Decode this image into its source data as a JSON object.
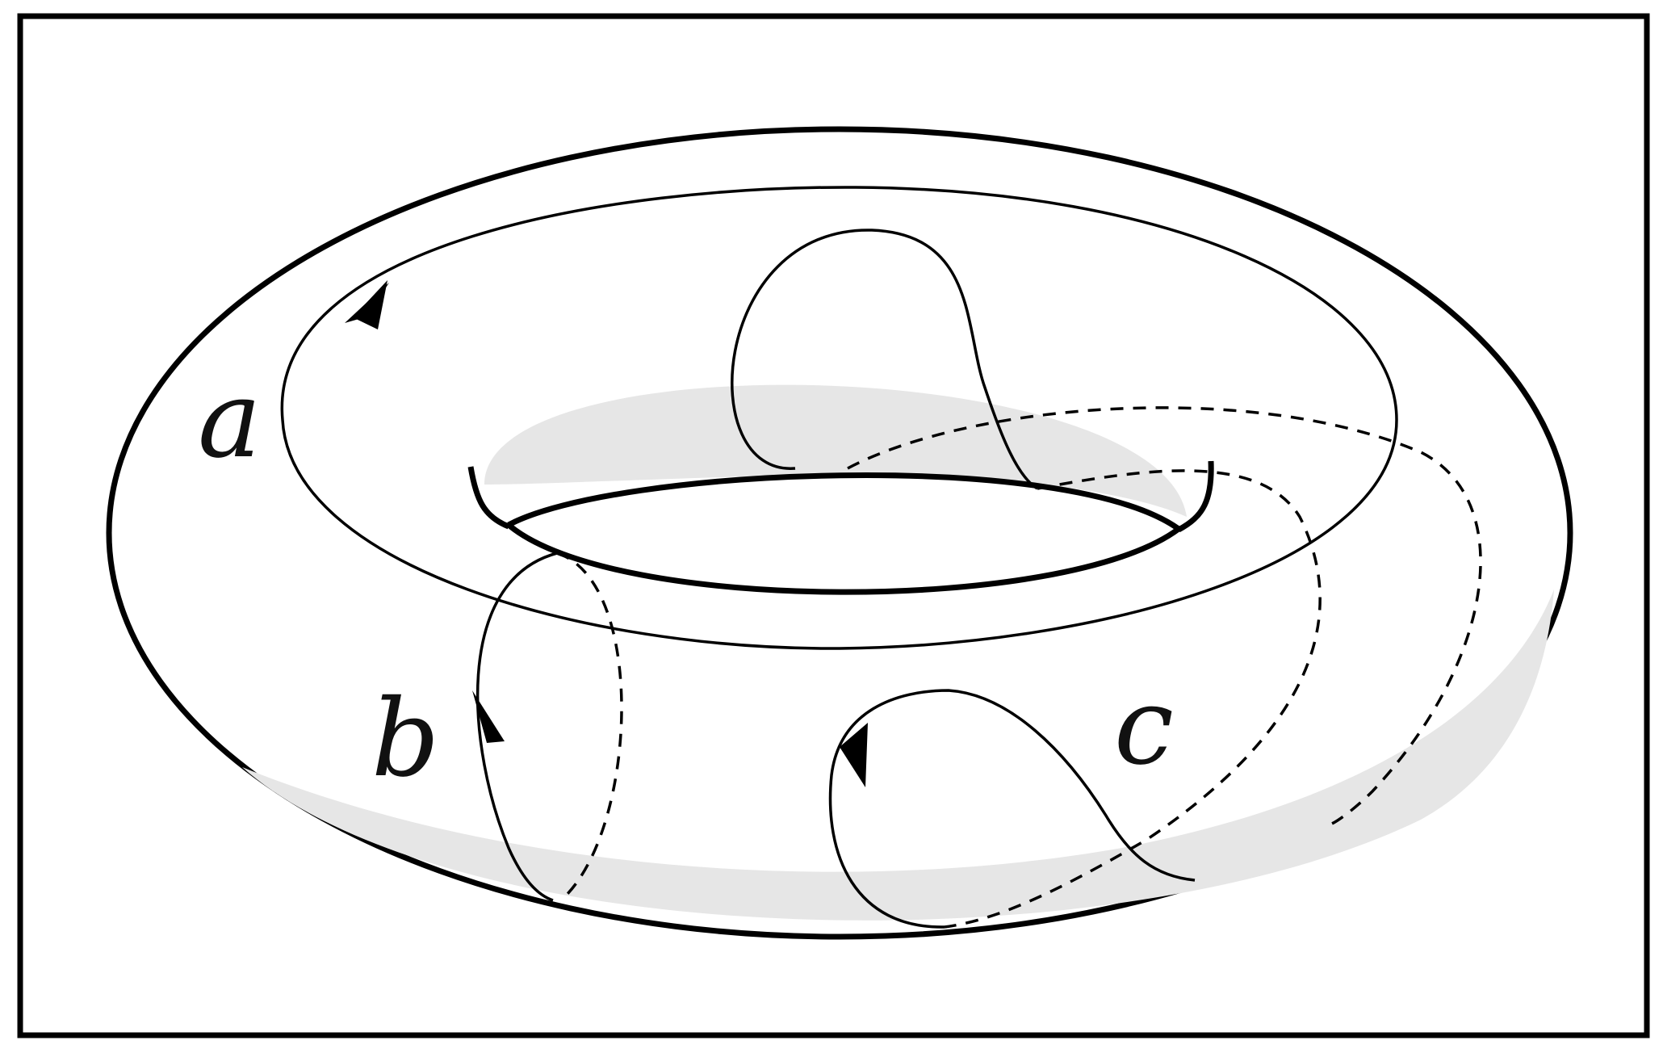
{
  "diagram": {
    "subject": "torus",
    "curves": [
      {
        "id": "a",
        "label": "a",
        "style": "solid loop around the hole"
      },
      {
        "id": "b",
        "label": "b",
        "style": "meridian loop, back half dashed"
      },
      {
        "id": "c",
        "label": "c",
        "style": "loop, back half dashed"
      }
    ]
  },
  "colors": {
    "outline": "#000000",
    "shade": "#e6e6e6",
    "background": "#ffffff",
    "label": "#111111"
  }
}
